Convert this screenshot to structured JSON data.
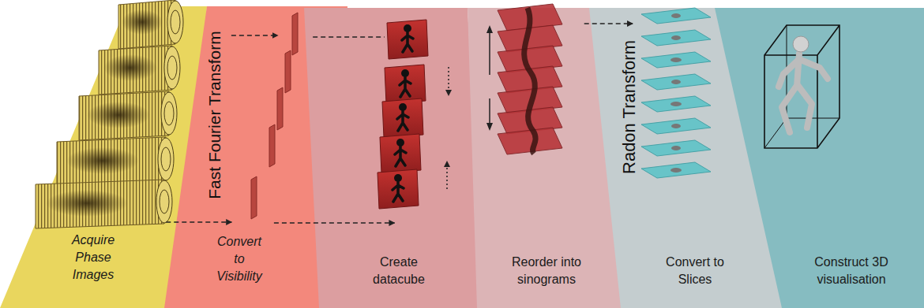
{
  "diagram": {
    "nodes": [
      {
        "text": [
          "Acquire Phase Images"
        ]
      },
      {
        "text": [
          "Convert to Visibility"
        ]
      },
      {
        "text": [
          "Create datacube"
        ]
      },
      {
        "text": [
          "Reorder into sinograms"
        ]
      },
      {
        "text": [
          "Convert to Slices"
        ]
      },
      {
        "text": [
          "Construct 3D visualisation"
        ]
      }
    ],
    "edges": [
      {
        "from": 0,
        "to": 1,
        "arrow": "to"
      },
      {
        "from": 0,
        "to": 1,
        "arrow": "to"
      },
      {
        "from": 1,
        "to": 2,
        "arrow": "none"
      },
      {
        "from": 1,
        "to": 2,
        "arrow": "to"
      },
      {
        "from": 3,
        "to": 4,
        "arrow": "to"
      }
    ],
    "labels": [
      "Fast Fourier Transform",
      "Radon Transform"
    ]
  }
}
